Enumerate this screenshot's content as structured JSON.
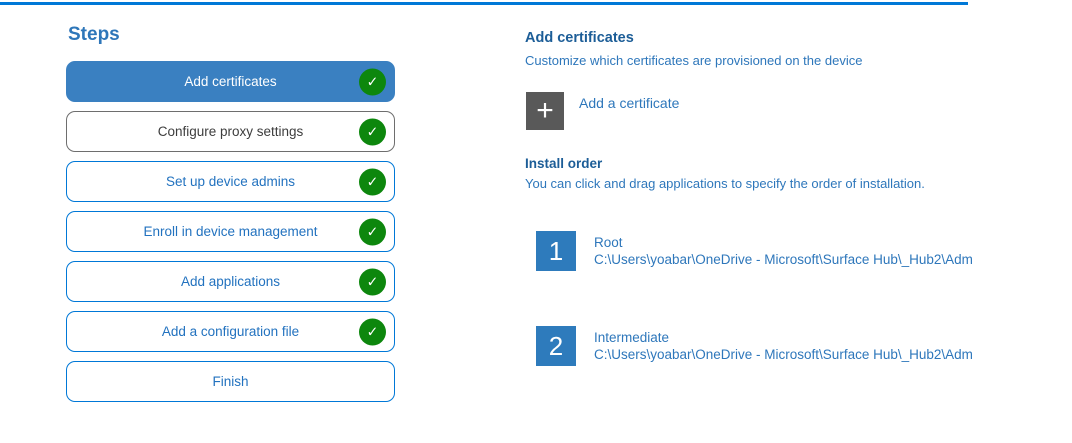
{
  "theme": {
    "accent": "#0078d7",
    "selected": "#3a80c1",
    "link": "#2272bf",
    "heading": "#2e76b9",
    "section-heading": "#1c5d97",
    "body-blue": "#2e77bb",
    "green": "#0d870d",
    "gray-border": "#6e6e6e",
    "gray-text": "#3d3d3d",
    "tile-gray": "#595959",
    "tile-blue": "#2e7bbc"
  },
  "icons": {
    "check": "✓",
    "plus": "+"
  },
  "sidebar": {
    "title": "Steps",
    "steps": [
      {
        "label": "Add certificates",
        "selected": true,
        "complete": true
      },
      {
        "label": "Configure proxy settings",
        "complete": true
      },
      {
        "label": "Set up device admins",
        "complete": true
      },
      {
        "label": "Enroll in device management",
        "complete": true
      },
      {
        "label": "Add applications",
        "complete": true
      },
      {
        "label": "Add a configuration file",
        "complete": true
      },
      {
        "label": "Finish",
        "complete": false
      }
    ]
  },
  "main": {
    "section_title": "Add certificates",
    "section_subtitle": "Customize which certificates are provisioned on the device",
    "add_certificate": {
      "label": "Add a certificate",
      "icon": "plus-icon"
    },
    "install_order": {
      "title": "Install order",
      "subtitle": "You can click and drag applications to specify the order of installation.",
      "items": [
        {
          "number": "1",
          "name": "Root",
          "path": "C:\\Users\\yoabar\\OneDrive - Microsoft\\Surface Hub\\_Hub2\\Adm"
        },
        {
          "number": "2",
          "name": "Intermediate",
          "path": "C:\\Users\\yoabar\\OneDrive - Microsoft\\Surface Hub\\_Hub2\\Adm"
        }
      ]
    }
  }
}
